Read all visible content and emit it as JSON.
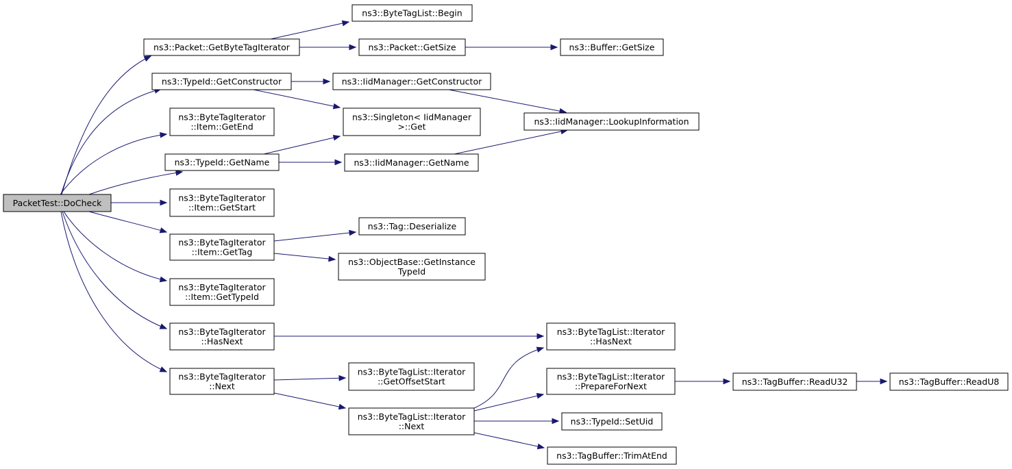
{
  "graph": {
    "kind": "call graph",
    "root": "PacketTest::DoCheck",
    "colors": {
      "edge": "#191970",
      "node_fill": "#ffffff",
      "root_fill": "#bfbfbf",
      "node_border": "#000000"
    },
    "nodes": [
      {
        "id": "root",
        "lines": [
          "PacketTest::DoCheck"
        ],
        "root": true
      },
      {
        "id": "pkt_getbytetagiter",
        "lines": [
          "ns3::Packet::GetByteTagIterator"
        ]
      },
      {
        "id": "btl_begin",
        "lines": [
          "ns3::ByteTagList::Begin"
        ]
      },
      {
        "id": "pkt_getsize",
        "lines": [
          "ns3::Packet::GetSize"
        ]
      },
      {
        "id": "buf_getsize",
        "lines": [
          "ns3::Buffer::GetSize"
        ]
      },
      {
        "id": "tid_getconstructor",
        "lines": [
          "ns3::TypeId::GetConstructor"
        ]
      },
      {
        "id": "iid_getconstructor",
        "lines": [
          "ns3::IidManager::GetConstructor"
        ]
      },
      {
        "id": "iid_lookup",
        "lines": [
          "ns3::IidManager::LookupInformation"
        ]
      },
      {
        "id": "singleton_get",
        "lines": [
          "ns3::Singleton< IidManager",
          ">::Get"
        ]
      },
      {
        "id": "bti_item_getend",
        "lines": [
          "ns3::ByteTagIterator",
          "::Item::GetEnd"
        ]
      },
      {
        "id": "tid_getname",
        "lines": [
          "ns3::TypeId::GetName"
        ]
      },
      {
        "id": "iid_getname",
        "lines": [
          "ns3::IidManager::GetName"
        ]
      },
      {
        "id": "bti_item_getstart",
        "lines": [
          "ns3::ByteTagIterator",
          "::Item::GetStart"
        ]
      },
      {
        "id": "bti_item_gettag",
        "lines": [
          "ns3::ByteTagIterator",
          "::Item::GetTag"
        ]
      },
      {
        "id": "tag_deserialize",
        "lines": [
          "ns3::Tag::Deserialize"
        ]
      },
      {
        "id": "objbase_getinstance",
        "lines": [
          "ns3::ObjectBase::GetInstance",
          "TypeId"
        ]
      },
      {
        "id": "bti_item_gettypeid",
        "lines": [
          "ns3::ByteTagIterator",
          "::Item::GetTypeId"
        ]
      },
      {
        "id": "bti_hasnext",
        "lines": [
          "ns3::ByteTagIterator",
          "::HasNext"
        ]
      },
      {
        "id": "btli_hasnext",
        "lines": [
          "ns3::ByteTagList::Iterator",
          "::HasNext"
        ]
      },
      {
        "id": "bti_next",
        "lines": [
          "ns3::ByteTagIterator",
          "::Next"
        ]
      },
      {
        "id": "btli_getoffsetstart",
        "lines": [
          "ns3::ByteTagList::Iterator",
          "::GetOffsetStart"
        ]
      },
      {
        "id": "btli_next",
        "lines": [
          "ns3::ByteTagList::Iterator",
          "::Next"
        ]
      },
      {
        "id": "btli_prepare",
        "lines": [
          "ns3::ByteTagList::Iterator",
          "::PrepareForNext"
        ]
      },
      {
        "id": "tb_readu32",
        "lines": [
          "ns3::TagBuffer::ReadU32"
        ]
      },
      {
        "id": "tb_readu8",
        "lines": [
          "ns3::TagBuffer::ReadU8"
        ]
      },
      {
        "id": "tid_setuid",
        "lines": [
          "ns3::TypeId::SetUid"
        ]
      },
      {
        "id": "tb_trimatend",
        "lines": [
          "ns3::TagBuffer::TrimAtEnd"
        ]
      }
    ],
    "edges": [
      [
        "root",
        "pkt_getbytetagiter"
      ],
      [
        "root",
        "tid_getconstructor"
      ],
      [
        "root",
        "bti_item_getend"
      ],
      [
        "root",
        "tid_getname"
      ],
      [
        "root",
        "bti_item_getstart"
      ],
      [
        "root",
        "bti_item_gettag"
      ],
      [
        "root",
        "bti_item_gettypeid"
      ],
      [
        "root",
        "bti_hasnext"
      ],
      [
        "root",
        "bti_next"
      ],
      [
        "pkt_getbytetagiter",
        "btl_begin"
      ],
      [
        "pkt_getbytetagiter",
        "pkt_getsize"
      ],
      [
        "pkt_getsize",
        "buf_getsize"
      ],
      [
        "tid_getconstructor",
        "iid_getconstructor"
      ],
      [
        "tid_getconstructor",
        "singleton_get"
      ],
      [
        "iid_getconstructor",
        "iid_lookup"
      ],
      [
        "tid_getname",
        "singleton_get"
      ],
      [
        "tid_getname",
        "iid_getname"
      ],
      [
        "iid_getname",
        "iid_lookup"
      ],
      [
        "bti_item_gettag",
        "tag_deserialize"
      ],
      [
        "bti_item_gettag",
        "objbase_getinstance"
      ],
      [
        "bti_hasnext",
        "btli_hasnext"
      ],
      [
        "bti_next",
        "btli_getoffsetstart"
      ],
      [
        "bti_next",
        "btli_next"
      ],
      [
        "btli_next",
        "btli_hasnext"
      ],
      [
        "btli_next",
        "btli_prepare"
      ],
      [
        "btli_next",
        "tid_setuid"
      ],
      [
        "btli_next",
        "tb_trimatend"
      ],
      [
        "btli_prepare",
        "tb_readu32"
      ],
      [
        "tb_readu32",
        "tb_readu8"
      ]
    ]
  }
}
